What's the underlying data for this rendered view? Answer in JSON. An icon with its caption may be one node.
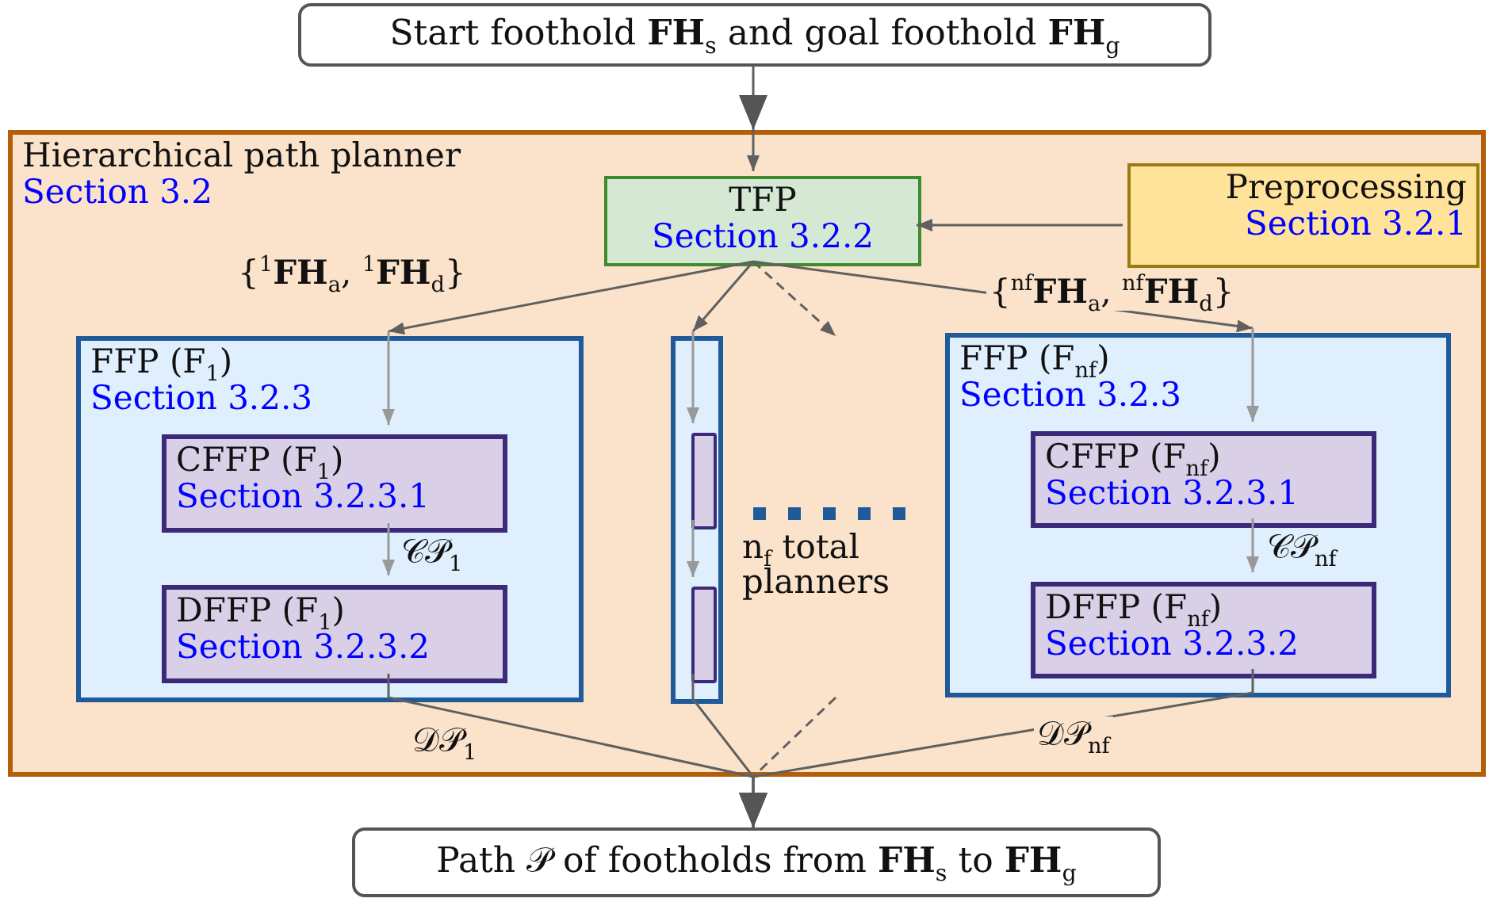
{
  "diagram": {
    "nodes": [
      {
        "text": [
          "Start foothold **FH**$_{s}$ and goal foothold **FH**$_{g}$"
        ]
      },
      {
        "text": [
          "Hierarchical path planner",
          "Section 3.2"
        ]
      },
      {
        "text": [
          "TFP",
          "Section 3.2.2"
        ],
        "in": 1
      },
      {
        "text": [
          "Preprocessing",
          "Section 3.2.1"
        ],
        "in": 1
      },
      {
        "text": [
          "FFP (F$_{1}$)",
          "Section 3.2.3"
        ],
        "in": 1
      },
      {
        "text": [
          "CFFP (F$_{1}$)",
          "Section 3.2.3.1"
        ],
        "in": 4
      },
      {
        "text": [
          "DFFP (F$_{1}$)",
          "Section 3.2.3.2"
        ],
        "in": 4
      },
      {
        "text": [],
        "shape": "box",
        "in": 1
      },
      {
        "text": [],
        "shape": "bar",
        "in": 7
      },
      {
        "text": [],
        "shape": "bar",
        "in": 7
      },
      {
        "text": [
          "FFP (F$_{nf}$)",
          "Section 3.2.3"
        ],
        "in": 1
      },
      {
        "text": [
          "CFFP (F$_{nf}$)",
          "Section 3.2.3.1"
        ],
        "in": 10
      },
      {
        "text": [
          "DFFP (F$_{nf}$)",
          "Section 3.2.3.2"
        ],
        "in": 10
      },
      {
        "text": [
          "Path 𝒫 of footholds from **FH**$_{s}$ to **FH**$_{g}$"
        ]
      }
    ],
    "edges": [
      {
        "from": 0,
        "to": 2,
        "arrow": "to"
      },
      {
        "from": 3,
        "to": 2,
        "arrow": "to"
      },
      {
        "from": 2,
        "to": 4,
        "arrow": "to",
        "label": "{$^{1}$**FH**$_{a}$, $^{1}$**FH**$_{d}$}"
      },
      {
        "from": 2,
        "to": 7,
        "arrow": "to"
      },
      {
        "from": 2,
        "to": null,
        "arrow": "to",
        "style": "dashed"
      },
      {
        "from": 2,
        "to": 10,
        "arrow": "to",
        "label": "{$^{nf}$**FH**$_{a}$, $^{nf}$**FH**$_{d}$}"
      },
      {
        "from": 4,
        "to": 5,
        "arrow": "to",
        "color": "#999999"
      },
      {
        "from": 5,
        "to": 6,
        "arrow": "to",
        "color": "#999999",
        "label": "𝒞𝒫$_{1}$"
      },
      {
        "from": 6,
        "to": 13,
        "arrow": "to",
        "label": "𝒟𝒫$_{1}$"
      },
      {
        "from": 7,
        "to": 8,
        "arrow": "to",
        "color": "#999999"
      },
      {
        "from": 8,
        "to": 9,
        "arrow": "to",
        "color": "#999999"
      },
      {
        "from": 9,
        "to": 13,
        "arrow": "to"
      },
      {
        "from": null,
        "to": 13,
        "arrow": "to",
        "style": "dashed"
      },
      {
        "from": 10,
        "to": 11,
        "arrow": "to",
        "color": "#999999"
      },
      {
        "from": 11,
        "to": 12,
        "arrow": "to",
        "color": "#999999",
        "label": "𝒞𝒫$_{nf}$"
      },
      {
        "from": 12,
        "to": 13,
        "arrow": "to",
        "label": "𝒟𝒫$_{nf}$"
      }
    ],
    "labels": [
      "n$_{f}$ total planners"
    ]
  }
}
